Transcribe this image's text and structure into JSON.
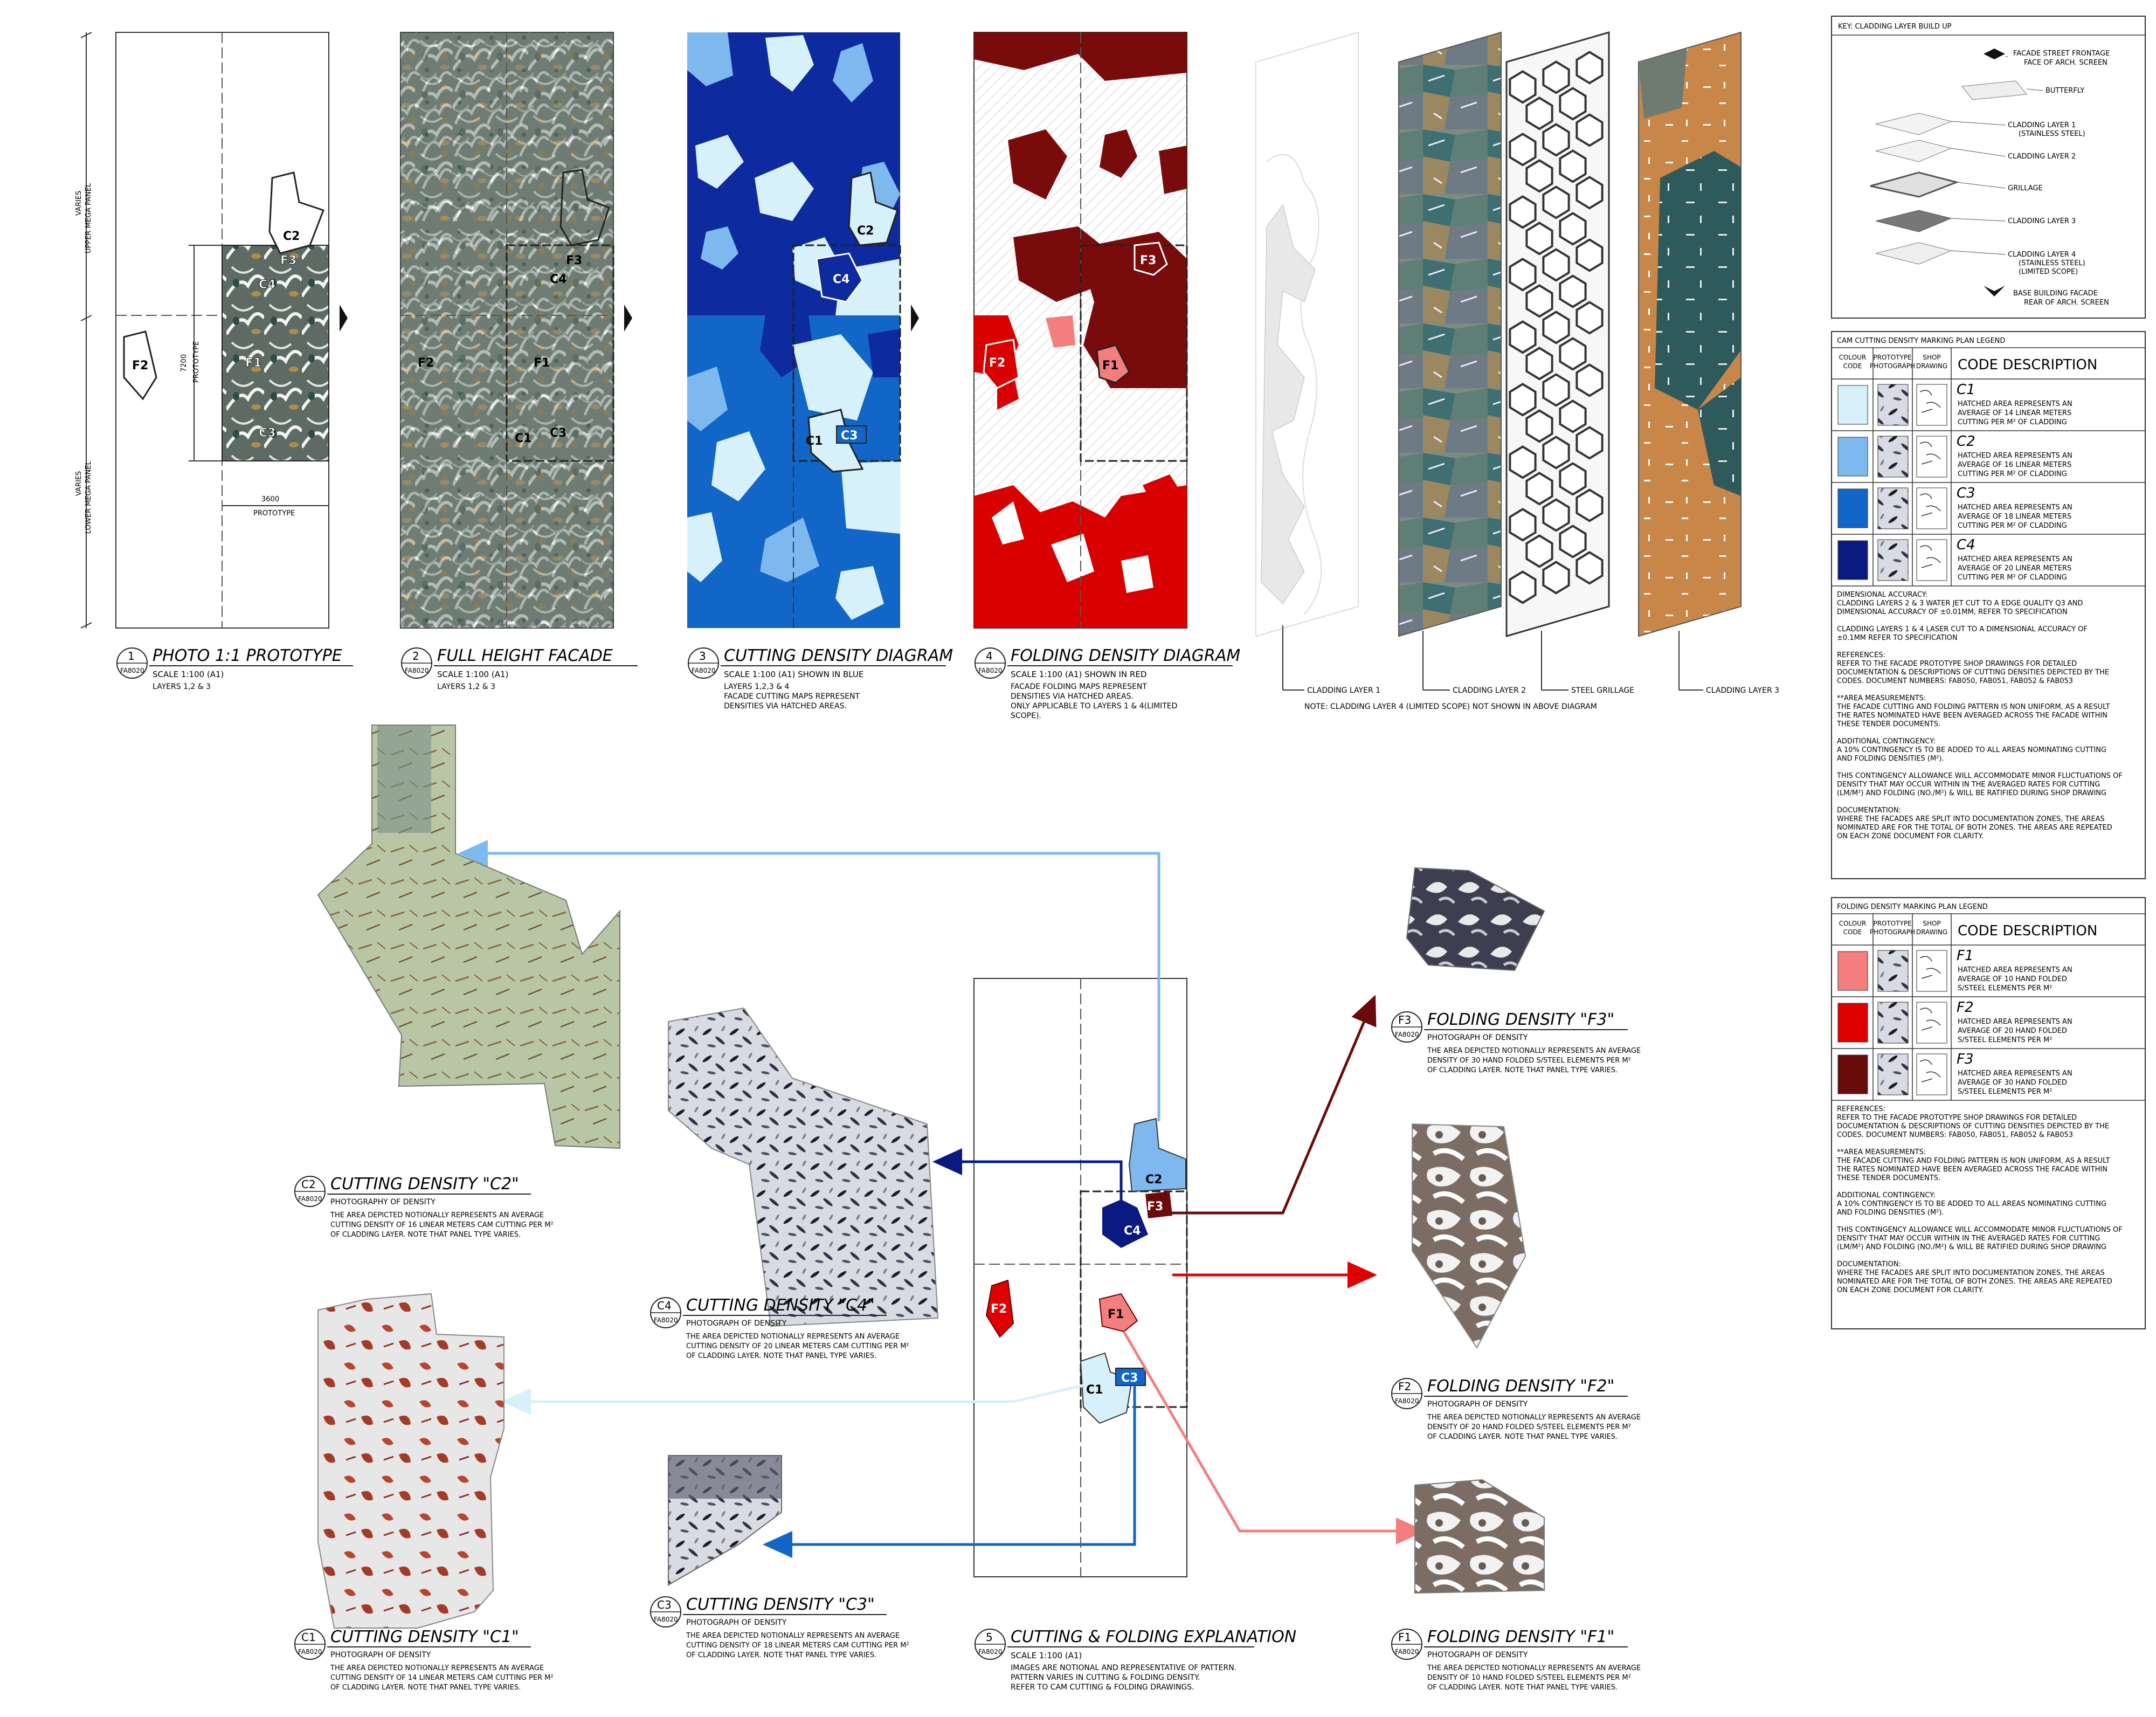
{
  "colors": {
    "C1": "#d7f1fa",
    "C2": "#7db9ef",
    "C3": "#1166c8",
    "C4": "#0a1a80",
    "F1": "#f47d7d",
    "F2": "#e00000",
    "F3": "#6a0a0a",
    "blueMain": "#0d2a9e",
    "redMain": "#7a0b0b",
    "redBase": "#d80000"
  },
  "panels": [
    {
      "num": "1",
      "title": "PHOTO 1:1 PROTOTYPE",
      "ref": "FA8020",
      "scale": "SCALE 1:100 (A1)",
      "notes": [
        "LAYERS 1,2 & 3"
      ]
    },
    {
      "num": "2",
      "title": "FULL HEIGHT FACADE",
      "ref": "FA8020",
      "scale": "SCALE 1:100 (A1)",
      "notes": [
        "LAYERS 1,2 & 3"
      ]
    },
    {
      "num": "3",
      "title": "CUTTING DENSITY DIAGRAM",
      "ref": "FA8020",
      "scale": "SCALE 1:100 (A1) SHOWN IN BLUE",
      "notes": [
        "LAYERS 1,2,3 & 4",
        "FACADE CUTTING MAPS REPRESENT",
        "DENSITIES VIA HATCHED AREAS."
      ]
    },
    {
      "num": "4",
      "title": "FOLDING DENSITY DIAGRAM",
      "ref": "FA8020",
      "scale": "SCALE 1:100 (A1) SHOWN IN RED",
      "notes": [
        "FACADE FOLDING MAPS REPRESENT",
        "DENSITIES VIA HATCHED AREAS.",
        "ONLY APPLICABLE TO LAYERS 1 & 4(LIMITED",
        "SCOPE)."
      ]
    }
  ],
  "dims": {
    "upper": "VARIES",
    "upper2": "UPPER MEGA PANEL",
    "lower": "VARIES",
    "lower2": "LOWER MEGA PANEL",
    "h": "7200",
    "h2": "PROTOTYPE",
    "w": "3600",
    "w2": "PROTOTYPE"
  },
  "codes": {
    "C1": "C1",
    "C2": "C2",
    "C3": "C3",
    "C4": "C4",
    "F1": "F1",
    "F2": "F2",
    "F3": "F3"
  },
  "layers3d": {
    "labels": [
      "CLADDING LAYER 1",
      "CLADDING LAYER 2",
      "STEEL GRILLAGE",
      "CLADDING LAYER 3"
    ],
    "note": "NOTE: CLADDING LAYER 4 (LIMITED SCOPE) NOT SHOWN IN ABOVE DIAGRAM"
  },
  "key": {
    "title": "KEY:  CLADDING LAYER BUILD UP",
    "items": [
      "FACADE STREET FRONTAGE",
      "FACE OF ARCH. SCREEN",
      "BUTTERFLY",
      "CLADDING LAYER 1",
      "(STAINLESS STEEL)",
      "CLADDING LAYER 2",
      "GRILLAGE",
      "CLADDING LAYER 3",
      "CLADDING LAYER 4",
      "(STAINLESS STEEL)",
      "(LIMITED SCOPE)",
      "BASE BUILDING FACADE",
      "REAR OF ARCH. SCREEN"
    ]
  },
  "cutLegend": {
    "title": "CAM CUTTING DENSITY MARKING PLAN LEGEND",
    "hdr": [
      "COLOUR",
      "CODE",
      "PROTOTYPE",
      "PHOTOGRAPH",
      "SHOP",
      "DRAWING",
      "CODE DESCRIPTION"
    ],
    "rows": [
      {
        "code": "C1",
        "d": [
          "HATCHED AREA REPRESENTS AN",
          "AVERAGE OF 14 LINEAR METERS",
          "CUTTING PER M² OF CLADDING"
        ]
      },
      {
        "code": "C2",
        "d": [
          "HATCHED AREA REPRESENTS AN",
          "AVERAGE OF 16 LINEAR METERS",
          "CUTTING PER M² OF CLADDING"
        ]
      },
      {
        "code": "C3",
        "d": [
          "HATCHED AREA REPRESENTS AN",
          "AVERAGE OF 18 LINEAR METERS",
          "CUTTING PER M² OF CLADDING"
        ]
      },
      {
        "code": "C4",
        "d": [
          "HATCHED AREA REPRESENTS AN",
          "AVERAGE OF 20 LINEAR METERS",
          "CUTTING PER M² OF CLADDING"
        ]
      }
    ],
    "notes": [
      "DIMENSIONAL ACCURACY:",
      "CLADDING LAYERS 2 & 3 WATER JET CUT TO A EDGE QUALITY Q3 AND",
      "DIMENSIONAL ACCURACY OF ±0.01MM, REFER TO SPECIFICATION",
      "",
      "CLADDING LAYERS 1 & 4 LASER CUT TO A DIMENSIONAL ACCURACY OF",
      "±0.1MM REFER TO SPECIFICATION",
      "",
      "REFERENCES:",
      "REFER TO THE FACADE PROTOTYPE SHOP DRAWINGS FOR DETAILED",
      "DOCUMENTATION & DESCRIPTIONS OF CUTTING DENSITIES DEPICTED BY THE",
      "CODES. DOCUMENT NUMBERS: FAB050, FAB051, FAB052 & FAB053",
      "",
      "**AREA MEASUREMENTS:",
      "THE FACADE CUTTING AND FOLDING PATTERN IS NON UNIFORM, AS A RESULT",
      "THE RATES NOMINATED HAVE BEEN AVERAGED ACROSS THE FACADE WITHIN",
      "THESE TENDER DOCUMENTS.",
      "",
      "ADDITIONAL CONTINGENCY:",
      "A 10% CONTINGENCY IS TO BE ADDED TO ALL AREAS NOMINATING CUTTING",
      "AND FOLDING DENSITIES (M²).",
      "",
      "THIS CONTINGENCY ALLOWANCE WILL ACCOMMODATE MINOR FLUCTUATIONS OF",
      "DENSITY THAT MAY OCCUR WITHIN IN THE AVERAGED RATES FOR CUTTING",
      "(LM/M²) AND FOLDING (NO./M²) & WILL BE RATIFIED DURING SHOP DRAWING",
      "",
      "DOCUMENTATION:",
      "WHERE THE FACADES ARE SPLIT INTO DOCUMENTATION ZONES, THE AREAS",
      "NOMINATED ARE FOR THE TOTAL OF BOTH ZONES. THE AREAS ARE REPEATED",
      "ON EACH ZONE DOCUMENT FOR CLARITY."
    ]
  },
  "foldLegend": {
    "title": "FOLDING DENSITY MARKING PLAN LEGEND",
    "hdr": [
      "COLOUR",
      "CODE",
      "PROTOTYPE",
      "PHOTOGRAPH",
      "SHOP",
      "DRAWING",
      "CODE DESCRIPTION"
    ],
    "rows": [
      {
        "code": "F1",
        "d": [
          "HATCHED AREA REPRESENTS AN",
          "AVERAGE OF 10 HAND FOLDED",
          "S/STEEL ELEMENTS PER M²"
        ]
      },
      {
        "code": "F2",
        "d": [
          "HATCHED AREA REPRESENTS AN",
          "AVERAGE OF 20 HAND FOLDED",
          "S/STEEL ELEMENTS PER M²"
        ]
      },
      {
        "code": "F3",
        "d": [
          "HATCHED AREA REPRESENTS AN",
          "AVERAGE OF 30 HAND FOLDED",
          "S/STEEL ELEMENTS PER M²"
        ]
      }
    ],
    "notes": [
      "REFERENCES:",
      "REFER TO THE FACADE PROTOTYPE SHOP DRAWINGS FOR DETAILED",
      "DOCUMENTATION & DESCRIPTIONS OF CUTTING DENSITIES DEPICTED BY THE",
      "CODES. DOCUMENT NUMBERS: FAB050, FAB051, FAB052 & FAB053",
      "",
      "**AREA MEASUREMENTS:",
      "THE FACADE CUTTING AND FOLDING PATTERN IS NON UNIFORM, AS A RESULT",
      "THE RATES NOMINATED HAVE BEEN AVERAGED ACROSS THE FACADE WITHIN",
      "THESE TENDER DOCUMENTS.",
      "",
      "ADDITIONAL CONTINGENCY:",
      "A 10% CONTINGENCY IS TO BE ADDED TO ALL AREAS NOMINATING CUTTING",
      "AND FOLDING DENSITIES (M²).",
      "",
      "THIS CONTINGENCY ALLOWANCE WILL ACCOMMODATE MINOR FLUCTUATIONS OF",
      "DENSITY THAT MAY OCCUR WITHIN IN THE AVERAGED RATES FOR CUTTING",
      "(LM/M²) AND FOLDING (NO./M²) & WILL BE RATIFIED DURING SHOP DRAWING",
      "",
      "DOCUMENTATION:",
      "WHERE THE FACADES ARE SPLIT INTO DOCUMENTATION ZONES, THE AREAS",
      "NOMINATED ARE FOR THE TOTAL OF BOTH ZONES. THE AREAS ARE REPEATED",
      "ON EACH ZONE DOCUMENT FOR CLARITY."
    ]
  },
  "details": [
    {
      "id": "C2",
      "title": "CUTTING DENSITY  \"C2\"",
      "ref": "FA8020",
      "sub": "PHOTOGRAPHY OF DENSITY",
      "lines": [
        "THE AREA DEPICTED NOTIONALLY REPRESENTS AN AVERAGE",
        "CUTTING DENSITY OF 16 LINEAR METERS CAM CUTTING PER M²",
        "OF CLADDING LAYER. NOTE THAT PANEL TYPE VARIES."
      ]
    },
    {
      "id": "C4",
      "title": "CUTTING DENSITY  \"C4\"",
      "ref": "FA8020",
      "sub": "PHOTOGRAPH OF DENSITY",
      "lines": [
        "THE AREA DEPICTED NOTIONALLY REPRESENTS AN AVERAGE",
        "CUTTING DENSITY OF 20 LINEAR METERS CAM CUTTING PER M²",
        "OF CLADDING LAYER. NOTE THAT PANEL TYPE VARIES."
      ]
    },
    {
      "id": "C1",
      "title": "CUTTING DENSITY  \"C1\"",
      "ref": "FA8020",
      "sub": "PHOTOGRAPH OF DENSITY",
      "lines": [
        "THE AREA DEPICTED NOTIONALLY REPRESENTS AN AVERAGE",
        "CUTTING DENSITY OF 14 LINEAR METERS CAM CUTTING PER M²",
        "OF CLADDING LAYER. NOTE THAT PANEL TYPE VARIES."
      ]
    },
    {
      "id": "C3",
      "title": "CUTTING DENSITY  \"C3\"",
      "ref": "FA8020",
      "sub": "PHOTOGRAPH OF DENSITY",
      "lines": [
        "THE AREA DEPICTED NOTIONALLY REPRESENTS AN AVERAGE",
        "CUTTING DENSITY OF 18 LINEAR METERS CAM CUTTING PER M²",
        "OF CLADDING LAYER. NOTE THAT PANEL TYPE VARIES."
      ]
    },
    {
      "id": "F3",
      "title": "FOLDING DENSITY  \"F3\"",
      "ref": "FA8020",
      "sub": "PHOTOGRAPH OF DENSITY",
      "lines": [
        "THE AREA DEPICTED NOTIONALLY REPRESENTS AN AVERAGE",
        "DENSITY OF 30 HAND FOLDED S/STEEL ELEMENTS PER M²",
        "OF CLADDING LAYER. NOTE THAT PANEL TYPE VARIES."
      ]
    },
    {
      "id": "F2",
      "title": "FOLDING DENSITY  \"F2\"",
      "ref": "FA8020",
      "sub": "PHOTOGRAPH OF DENSITY",
      "lines": [
        "THE AREA DEPICTED NOTIONALLY REPRESENTS AN AVERAGE",
        "DENSITY OF 20 HAND FOLDED S/STEEL ELEMENTS PER M²",
        "OF CLADDING LAYER. NOTE THAT PANEL TYPE VARIES."
      ]
    },
    {
      "id": "F1",
      "title": "FOLDING DENSITY  \"F1\"",
      "ref": "FA8020",
      "sub": "PHOTOGRAPH OF DENSITY",
      "lines": [
        "THE AREA DEPICTED NOTIONALLY REPRESENTS AN AVERAGE",
        "DENSITY OF 10 HAND FOLDED S/STEEL ELEMENTS PER M²",
        "OF CLADDING LAYER. NOTE THAT PANEL TYPE VARIES."
      ]
    }
  ],
  "explanation": {
    "num": "5",
    "title": "CUTTING & FOLDING EXPLANATION",
    "ref": "FA8020",
    "scale": "SCALE 1:100 (A1)",
    "lines": [
      "IMAGES ARE NOTIONAL AND REPRESENTATIVE OF PATTERN.",
      "PATTERN VARIES IN CUTTING & FOLDING DENSITY.",
      "REFER TO CAM CUTTING & FOLDING DRAWINGS."
    ]
  }
}
